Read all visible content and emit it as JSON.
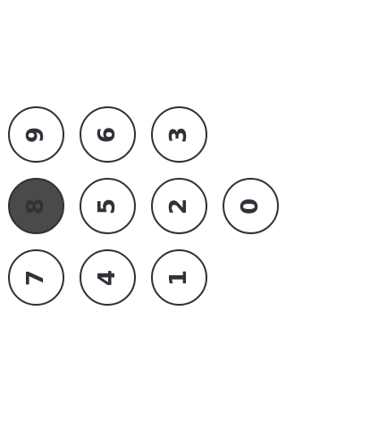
{
  "keypad": {
    "active_key": "8",
    "keys": {
      "k9": "9",
      "k6": "6",
      "k3": "3",
      "k8": "8",
      "k5": "5",
      "k2": "2",
      "k0": "0",
      "k7": "7",
      "k4": "4",
      "k1": "1"
    }
  },
  "colors": {
    "outline": "#2f3238",
    "active_fill": "#4a4a4a",
    "background": "#ffffff"
  }
}
